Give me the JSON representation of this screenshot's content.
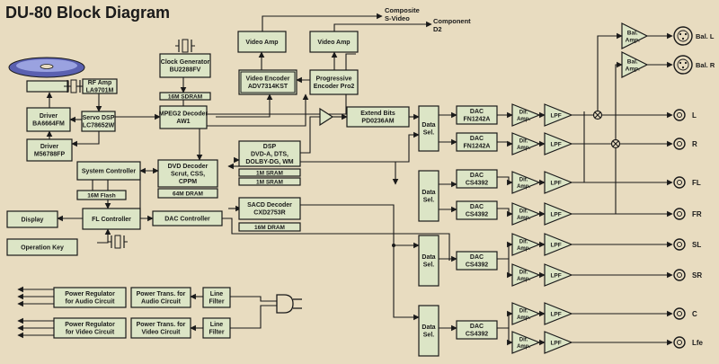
{
  "title": "DU-80 Block Diagram",
  "colors": {
    "background": "#e8dcc0",
    "block_fill": "#dce5c6",
    "line": "#1a1a1a",
    "disc": "#5a60b0"
  },
  "icons": {
    "disc": "optical-disc-icon",
    "crystal": "crystal-oscillator-icon",
    "connector": "jack-connector-icon",
    "xlr": "xlr-connector-icon",
    "plug": "power-plug-icon",
    "mixer": "mixer-cross-icon"
  },
  "blocks": {
    "rf_amp": [
      "RF Amp",
      "LA9701M"
    ],
    "driver1": [
      "Driver",
      "BA6664FM"
    ],
    "servo_dsp": [
      "Servo DSP",
      "LC78652W"
    ],
    "driver2": [
      "Driver",
      "M56788FP"
    ],
    "clock_gen": [
      "Clock Generator",
      "BU2288FV"
    ],
    "sdram16": [
      "16M SDRAM"
    ],
    "mpeg2": [
      "MPEG2 Decoder",
      "AW1"
    ],
    "video_amp1": [
      "Video Amp"
    ],
    "video_amp2": [
      "Video Amp"
    ],
    "video_enc": [
      "Video Encoder",
      "ADV7314KST"
    ],
    "prog_enc": [
      "Progressive",
      "Encoder Pro2"
    ],
    "sys_ctrl": [
      "System Controller"
    ],
    "flash16": [
      "16M Flash"
    ],
    "dvd_dec": [
      "DVD Decoder",
      "Scrut, CSS,",
      "CPPM"
    ],
    "dram64": [
      "64M DRAM"
    ],
    "dsp": [
      "DSP",
      "DVD-A, DTS,",
      "DOLBY-DG, WM"
    ],
    "sram1": [
      "1M SRAM"
    ],
    "sram2": [
      "1M SRAM"
    ],
    "sacd": [
      "SACD Decoder",
      "CXD2753R"
    ],
    "dram16": [
      "16M DRAM"
    ],
    "display": [
      "Display"
    ],
    "fl_ctrl": [
      "FL Controller"
    ],
    "dac_ctrl": [
      "DAC Controller"
    ],
    "op_key": [
      "Operation Key"
    ],
    "extend": [
      "Extend Bits",
      "PD0236AM"
    ],
    "datasel1": [
      "Data",
      "Sel."
    ],
    "datasel2": [
      "Data",
      "Sel."
    ],
    "datasel3": [
      "Data",
      "Sel."
    ],
    "datasel4": [
      "Data",
      "Sel."
    ],
    "dac1": [
      "DAC",
      "FN1242A"
    ],
    "dac2": [
      "DAC",
      "FN1242A"
    ],
    "dac3": [
      "DAC",
      "CS4392"
    ],
    "dac4": [
      "DAC",
      "CS4392"
    ],
    "dac5": [
      "DAC",
      "CS4392"
    ],
    "dac6": [
      "DAC",
      "CS4392"
    ],
    "pwr_reg_a": [
      "Power Regulator",
      "for Audio Circuit"
    ],
    "pwr_trans_a": [
      "Power Trans. for",
      "Audio Circuit"
    ],
    "line_f1": [
      "Line",
      "Filter"
    ],
    "pwr_reg_v": [
      "Power Regulator",
      "for Video Circuit"
    ],
    "pwr_trans_v": [
      "Power Trans. for",
      "Video Circuit"
    ],
    "line_f2": [
      "Line",
      "Filter"
    ]
  },
  "stages": {
    "dif_amp": [
      "Dif.",
      "Amp."
    ],
    "lpf": "LPF",
    "bal_amp": [
      "Bal.",
      "Amp."
    ]
  },
  "video_outputs": {
    "composite": [
      "Composite",
      "S-Video"
    ],
    "component": [
      "Component",
      "D2"
    ]
  },
  "channels": [
    "L",
    "R",
    "FL",
    "FR",
    "SL",
    "SR",
    "C",
    "Lfe"
  ],
  "balanced_outputs": [
    "Bal. L",
    "Bal. R"
  ]
}
